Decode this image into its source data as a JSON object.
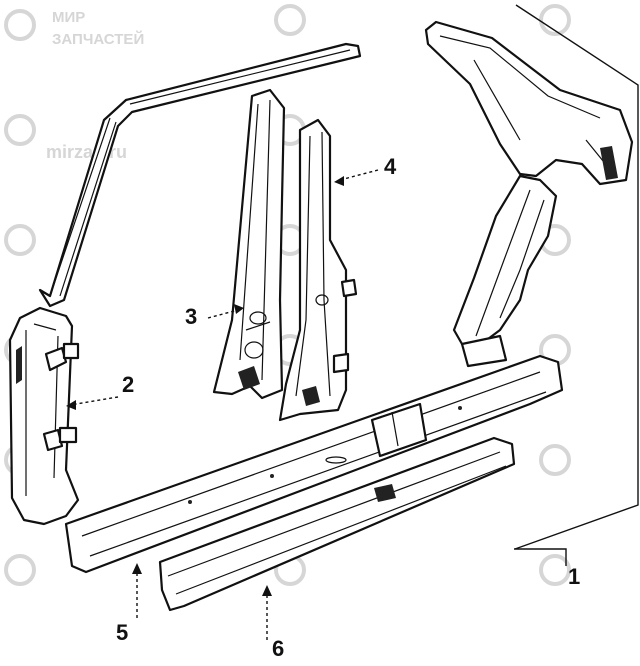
{
  "diagram": {
    "callouts": [
      "1",
      "2",
      "3",
      "4",
      "5",
      "6"
    ]
  },
  "watermarks": {
    "brand_line1": "МИР",
    "brand_line2": "ЗАПЧАСТЕЙ",
    "site": "mirzap.ru",
    "color": "#d6d6d6"
  },
  "colors": {
    "ink": "#111111",
    "background": "#ffffff"
  }
}
